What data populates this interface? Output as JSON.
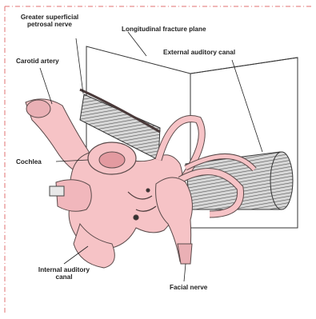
{
  "diagram": {
    "labels": {
      "greater_petrosal_line1": "Greater superficial",
      "greater_petrosal_line2": "petrosal nerve",
      "longitudinal_fracture": "Longitudinal fracture plane",
      "external_canal": "External auditory canal",
      "carotid": "Carotid artery",
      "cochlea": "Cochlea",
      "internal_canal_line1": "Internal auditory",
      "internal_canal_line2": "canal",
      "facial_nerve": "Facial nerve"
    },
    "colors": {
      "border_dash": "#e07070",
      "tissue": "#f6c3c6",
      "tissue_shade": "#e39aa0",
      "outline": "#5a4a4a",
      "plane": "#ffffff",
      "canal_hatch": "#555555"
    }
  }
}
